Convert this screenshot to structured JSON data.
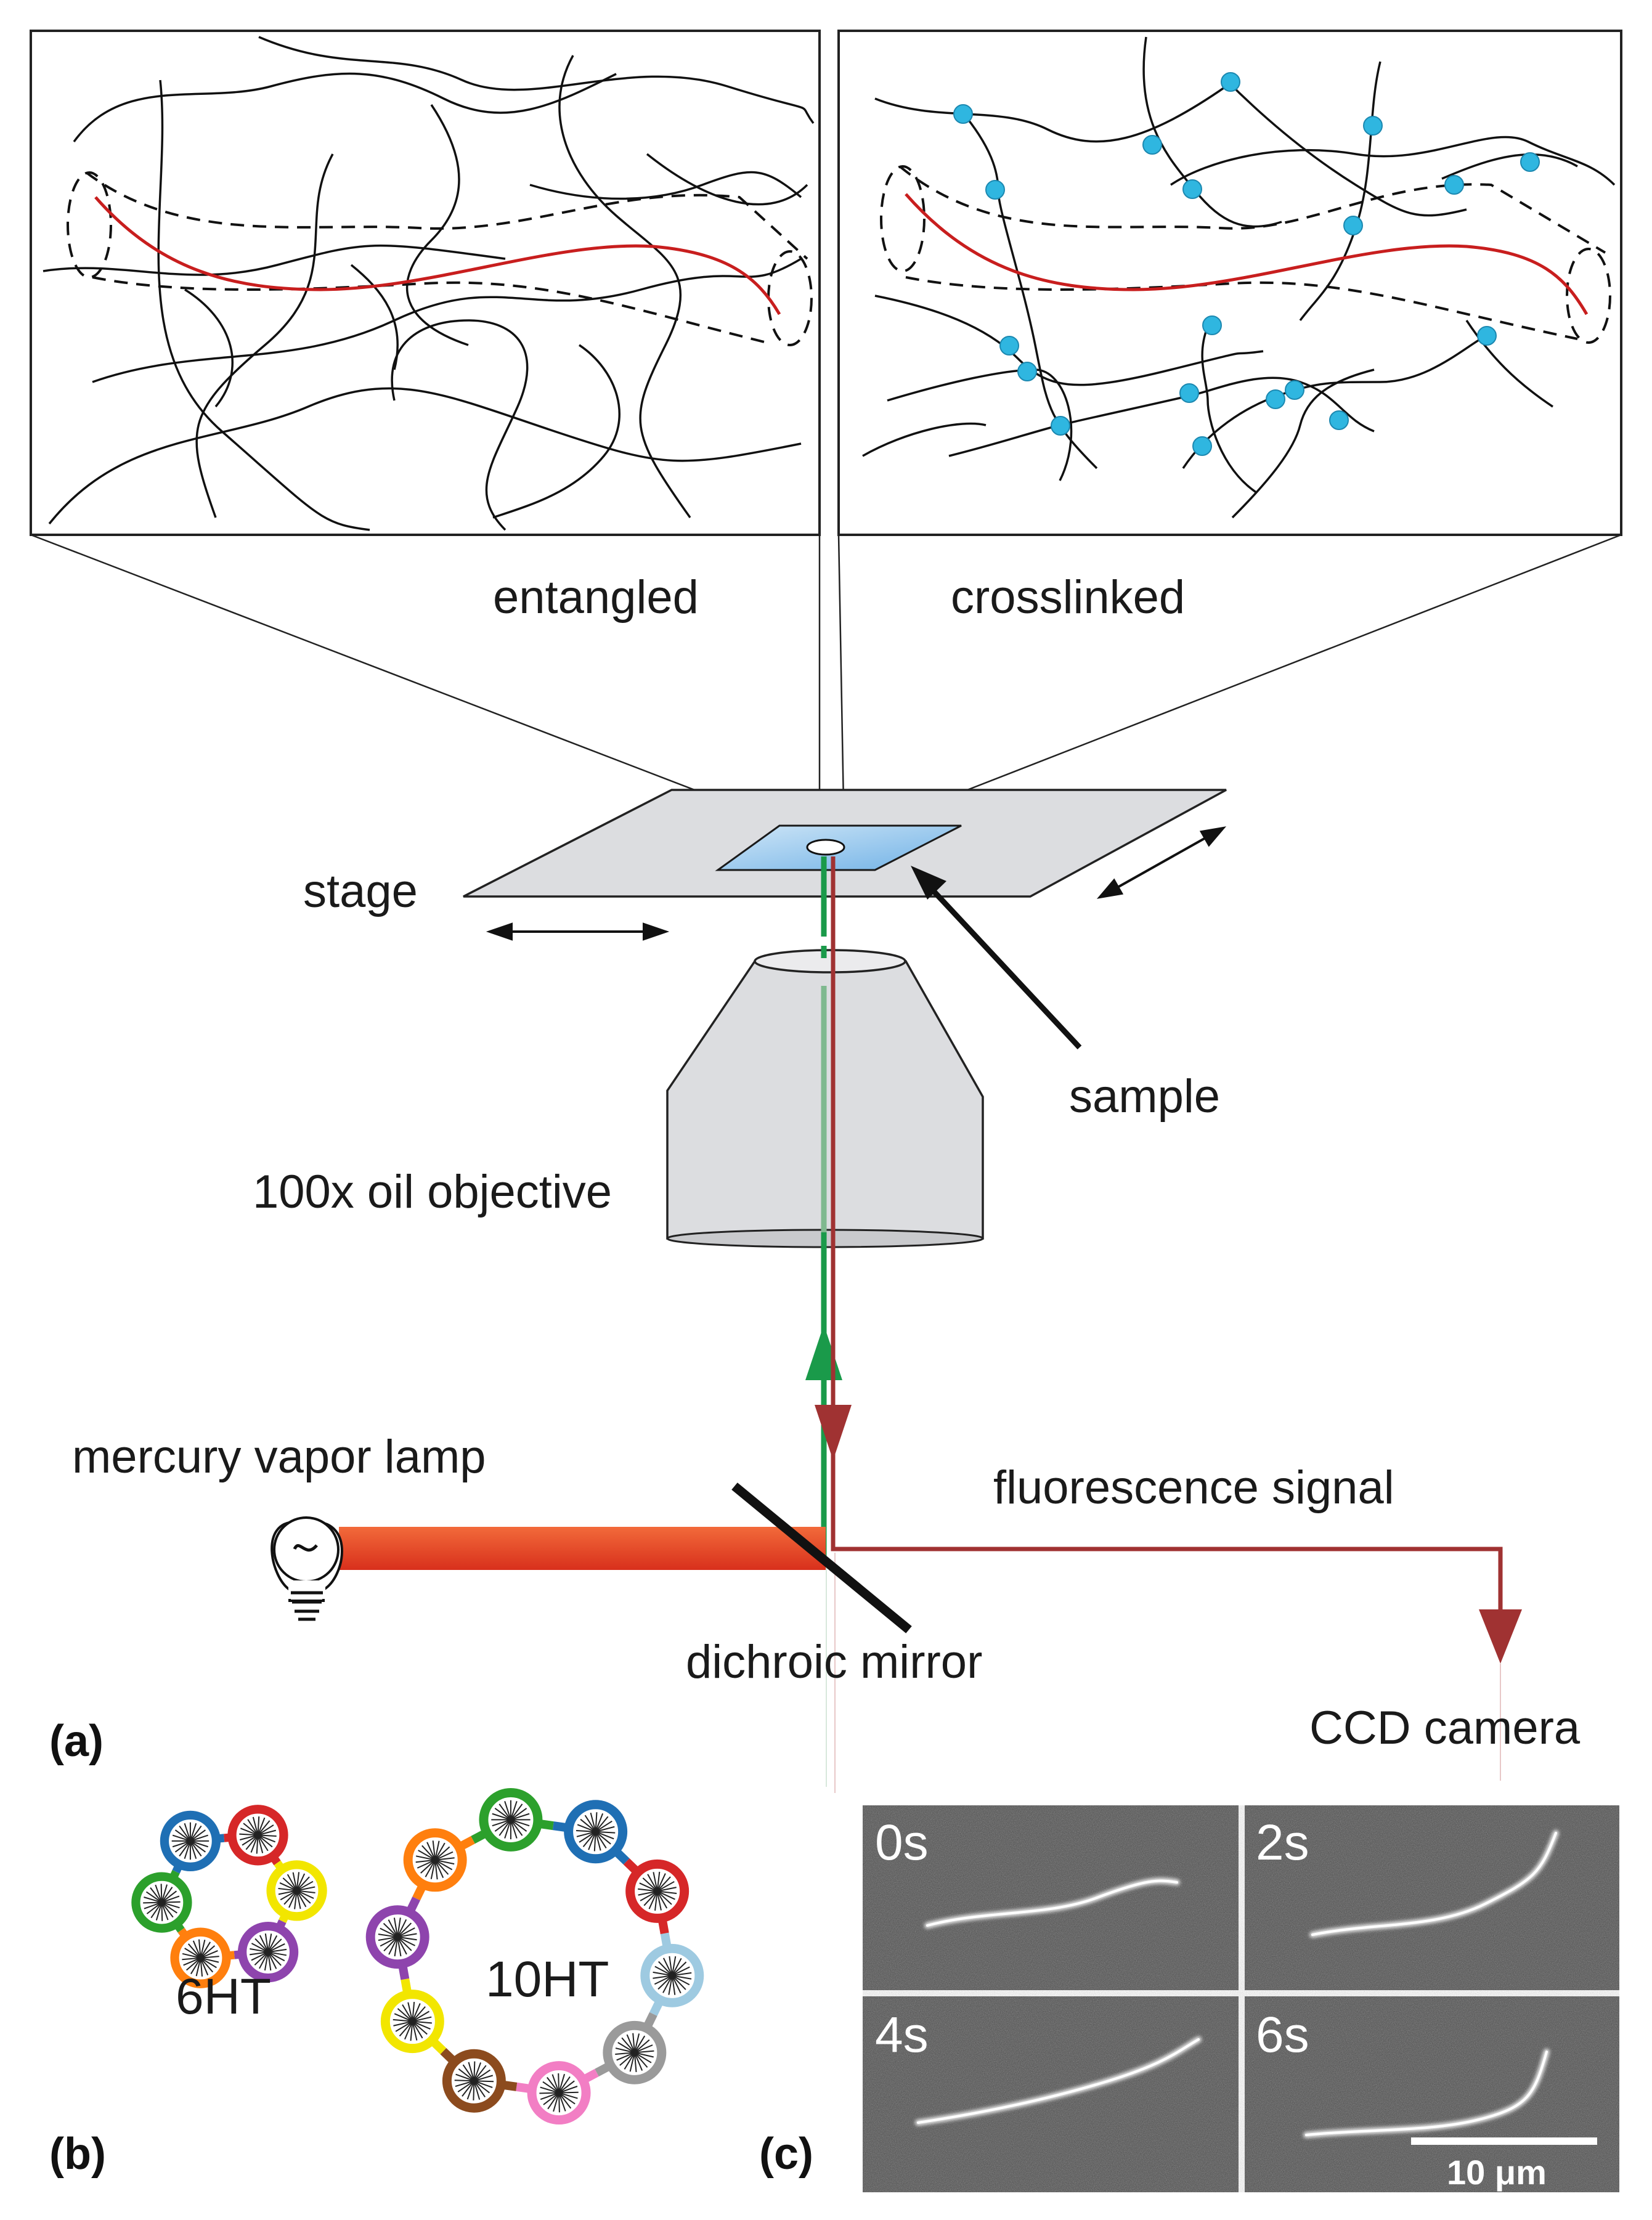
{
  "labels": {
    "entangled": "entangled",
    "crosslinked": "crosslinked",
    "stage": "stage",
    "sample": "sample",
    "objective": "100x oil objective",
    "lamp": "mercury vapor lamp",
    "fluorescence": "fluorescence signal",
    "mirror": "dichroic mirror",
    "camera": "CCD camera"
  },
  "panels": {
    "a": "(a)",
    "b": "(b)",
    "c": "(c)"
  },
  "rings": {
    "small": {
      "label": "6HT",
      "colors": [
        "#1f6fb4",
        "#d62728",
        "#f2e600",
        "#8e44ad",
        "#ff7f0e",
        "#2ca02c"
      ]
    },
    "large": {
      "label": "10HT",
      "colors": [
        "#2ca02c",
        "#1f6fb4",
        "#d62728",
        "#9ecae1",
        "#9a9a9a",
        "#f27ec4",
        "#8c4b1e",
        "#f2e600",
        "#8e44ad",
        "#ff7f0e"
      ]
    }
  },
  "frames": [
    "0s",
    "2s",
    "4s",
    "6s"
  ],
  "scale_bar": "10 μm",
  "colors": {
    "excitation": "#1a9a4a",
    "emission": "#a03232",
    "lamp_beam": "#e8402a",
    "crosslink": "#2fb6e0",
    "probe_chain": "#c81e1e"
  }
}
